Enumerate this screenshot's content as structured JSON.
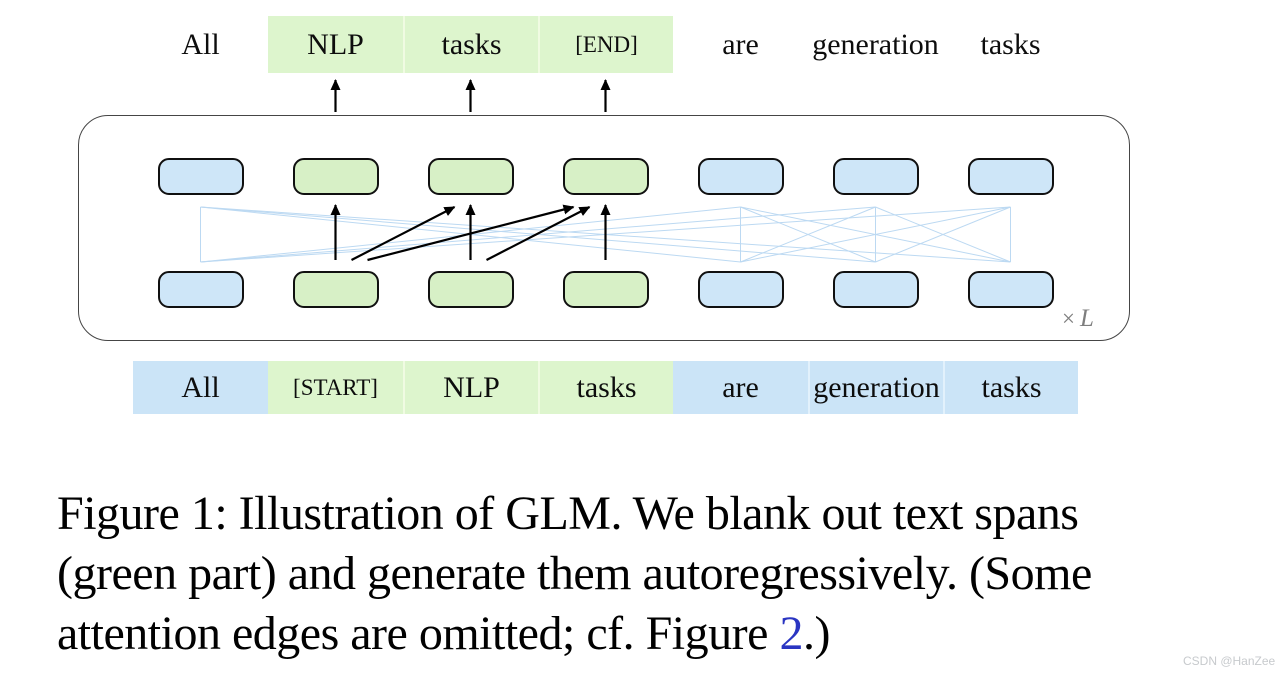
{
  "output_row": {
    "tokens": [
      {
        "label": "All",
        "highlight": false
      },
      {
        "label": "NLP",
        "highlight": true
      },
      {
        "label": "tasks",
        "highlight": true
      },
      {
        "label": "[END]",
        "highlight": true
      },
      {
        "label": "are",
        "highlight": false
      },
      {
        "label": "generation",
        "highlight": false
      },
      {
        "label": "tasks",
        "highlight": false
      }
    ],
    "arrow_indices": [
      1,
      2,
      3
    ]
  },
  "input_row": {
    "tokens": [
      {
        "label": "All",
        "color": "blue"
      },
      {
        "label": "[START]",
        "color": "green"
      },
      {
        "label": "NLP",
        "color": "green"
      },
      {
        "label": "tasks",
        "color": "green"
      },
      {
        "label": "are",
        "color": "blue"
      },
      {
        "label": "generation",
        "color": "blue"
      },
      {
        "label": "tasks",
        "color": "blue"
      }
    ]
  },
  "transformer": {
    "repeat_sign": "×",
    "repeat_var": "L",
    "token_colors": [
      "blue",
      "green",
      "green",
      "green",
      "blue",
      "blue",
      "blue"
    ],
    "autoregressive_edges": [
      {
        "from": 1,
        "to": 1
      },
      {
        "from": 1,
        "to": 2
      },
      {
        "from": 1,
        "to": 3
      },
      {
        "from": 2,
        "to": 2
      },
      {
        "from": 2,
        "to": 3
      },
      {
        "from": 3,
        "to": 3
      }
    ],
    "context_indices": [
      0,
      4,
      5,
      6
    ]
  },
  "caption": {
    "line1": "Figure 1: Illustration of GLM. We blank out text spans",
    "line2": "(green part) and generate them autoregressively. (Some",
    "line3_prefix": "attention edges are omitted; cf. Figure ",
    "line3_link": "2",
    "line3_suffix": ".)",
    "link_color": "#2a35c2"
  },
  "watermark": "CSDN @HanZee",
  "colors": {
    "cell_blue": "#cbe4f7",
    "cell_green": "#ddf5cd",
    "token_blue": "#cee6f8",
    "token_green": "#d7f0c6",
    "attention_context_line": "#bcd9f2",
    "arrow_black": "#000000"
  }
}
